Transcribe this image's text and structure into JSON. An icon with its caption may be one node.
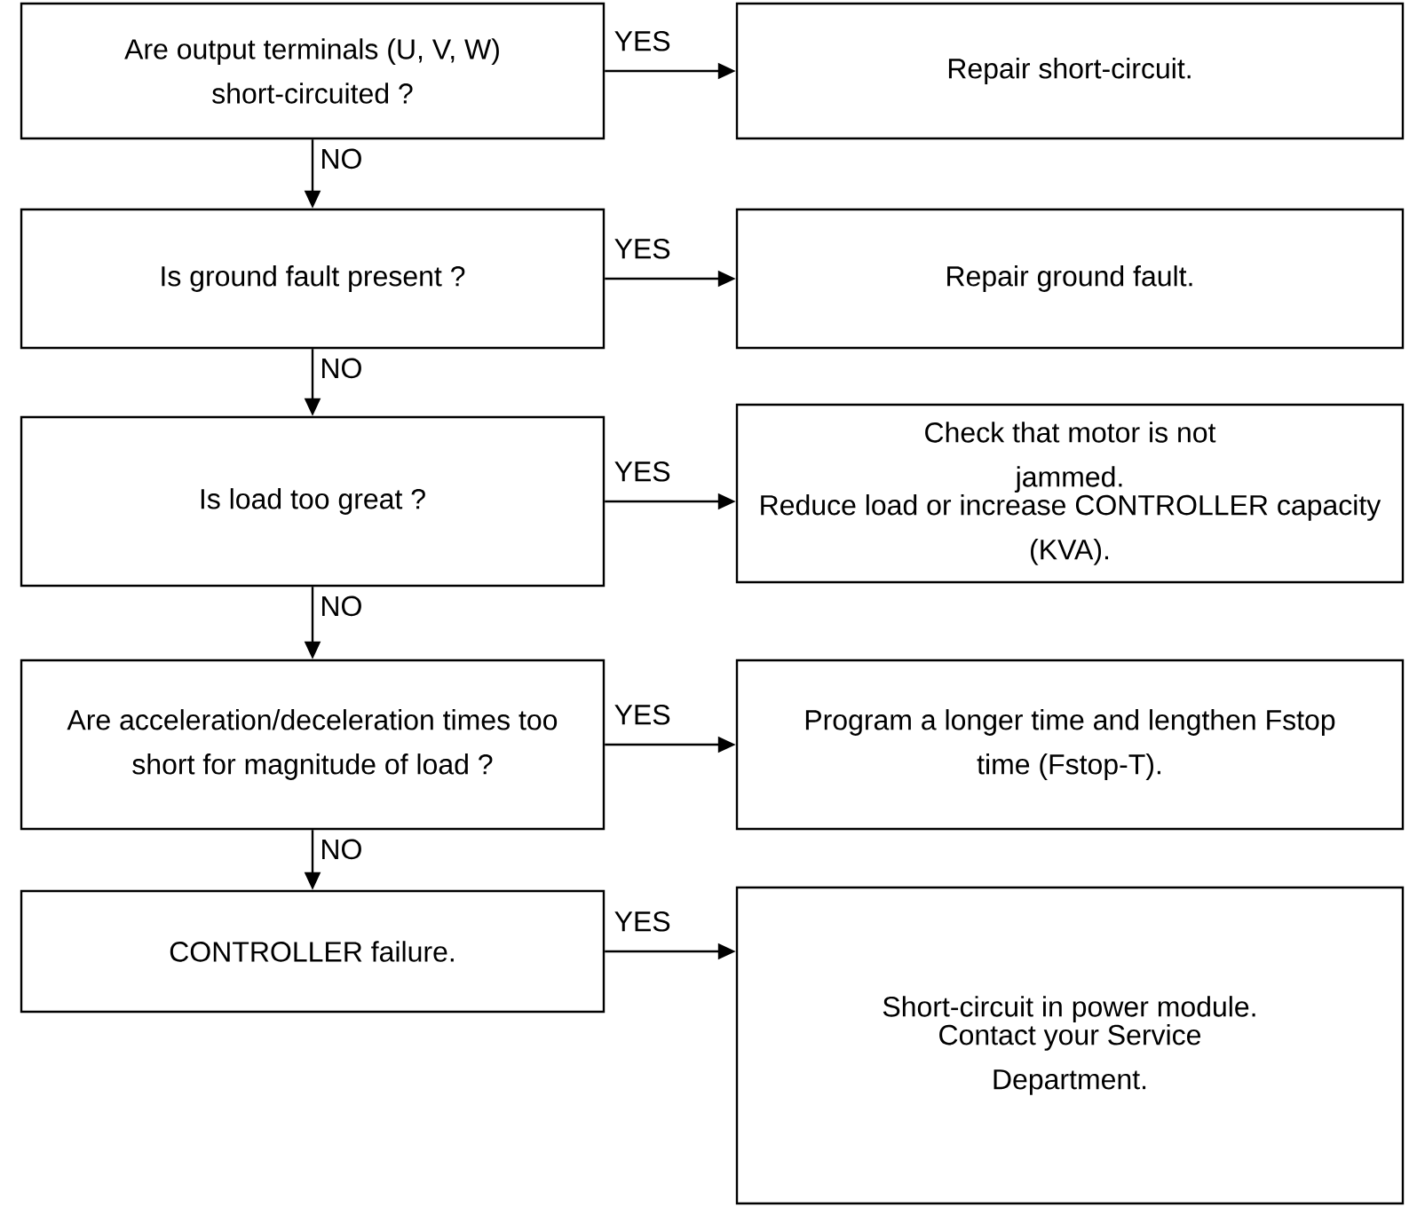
{
  "diagram": {
    "nodes": [
      {
        "text": [
          "Are output terminals (U, V, W) short-circuited ?"
        ]
      },
      {
        "text": [
          "Repair short-circuit."
        ]
      },
      {
        "text": [
          "Is ground fault present ?"
        ]
      },
      {
        "text": [
          "Repair ground fault."
        ]
      },
      {
        "text": [
          "Is load too great ?"
        ]
      },
      {
        "text": [
          "Check that motor is not jammed.",
          "Reduce load or increase CONTROLLER capacity (KVA)."
        ]
      },
      {
        "text": [
          "Are acceleration/deceleration times too short for magnitude of load ?"
        ]
      },
      {
        "text": [
          "Program a longer time and lengthen Fstop time (Fstop-T)."
        ]
      },
      {
        "text": [
          "CONTROLLER failure."
        ]
      },
      {
        "text": [
          "Short-circuit in power module.",
          "Contact your Service Department."
        ]
      }
    ],
    "edges": [
      {
        "from": 0,
        "to": 1,
        "arrow": "to",
        "label": "YES"
      },
      {
        "from": 0,
        "to": 2,
        "arrow": "to",
        "label": "NO"
      },
      {
        "from": 2,
        "to": 3,
        "arrow": "to",
        "label": "YES"
      },
      {
        "from": 2,
        "to": 4,
        "arrow": "to",
        "label": "NO"
      },
      {
        "from": 4,
        "to": 5,
        "arrow": "to",
        "label": "YES"
      },
      {
        "from": 4,
        "to": 6,
        "arrow": "to",
        "label": "NO"
      },
      {
        "from": 6,
        "to": 7,
        "arrow": "to",
        "label": "YES"
      },
      {
        "from": 6,
        "to": 8,
        "arrow": "to",
        "label": "NO"
      },
      {
        "from": 8,
        "to": 9,
        "arrow": "to",
        "label": "YES"
      }
    ]
  }
}
